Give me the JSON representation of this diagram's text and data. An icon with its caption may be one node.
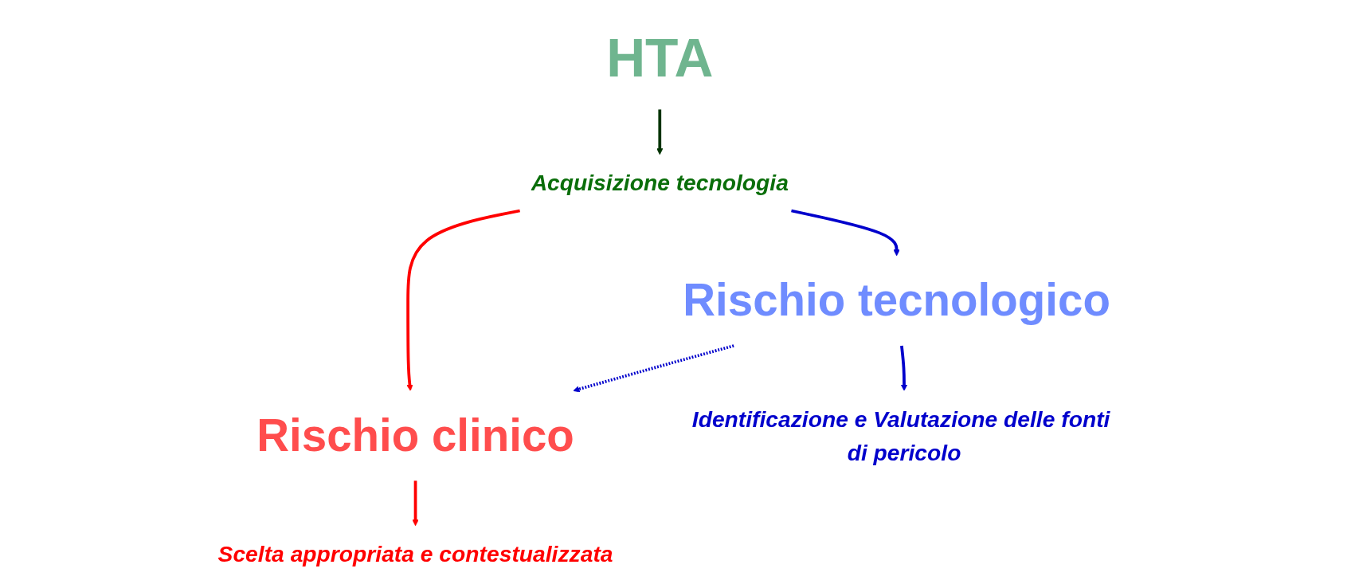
{
  "diagram": {
    "nodes": [
      {
        "text": [
          "HTA"
        ]
      },
      {
        "text": [
          "Acquisizione tecnologia"
        ]
      },
      {
        "text": [
          "Rischio clinico"
        ]
      },
      {
        "text": [
          "Rischio tecnologico"
        ]
      },
      {
        "text": [
          "Scelta appropriata e contestualizzata"
        ]
      },
      {
        "text": [
          "Identificazione e Valutazione delle fonti di pericolo"
        ]
      }
    ],
    "edges": [
      {
        "from": 0,
        "to": 1,
        "arrow": "to",
        "color": "#003300"
      },
      {
        "from": 1,
        "to": 2,
        "arrow": "to",
        "color": "#ff0000"
      },
      {
        "from": 1,
        "to": 3,
        "arrow": "to",
        "color": "#0000cc"
      },
      {
        "from": 3,
        "to": 2,
        "arrow": "to",
        "style": "dashed",
        "color": "#0000cc"
      },
      {
        "from": 2,
        "to": 4,
        "arrow": "to",
        "color": "#ff0000"
      },
      {
        "from": 3,
        "to": 5,
        "arrow": "to",
        "color": "#0000cc"
      }
    ]
  }
}
